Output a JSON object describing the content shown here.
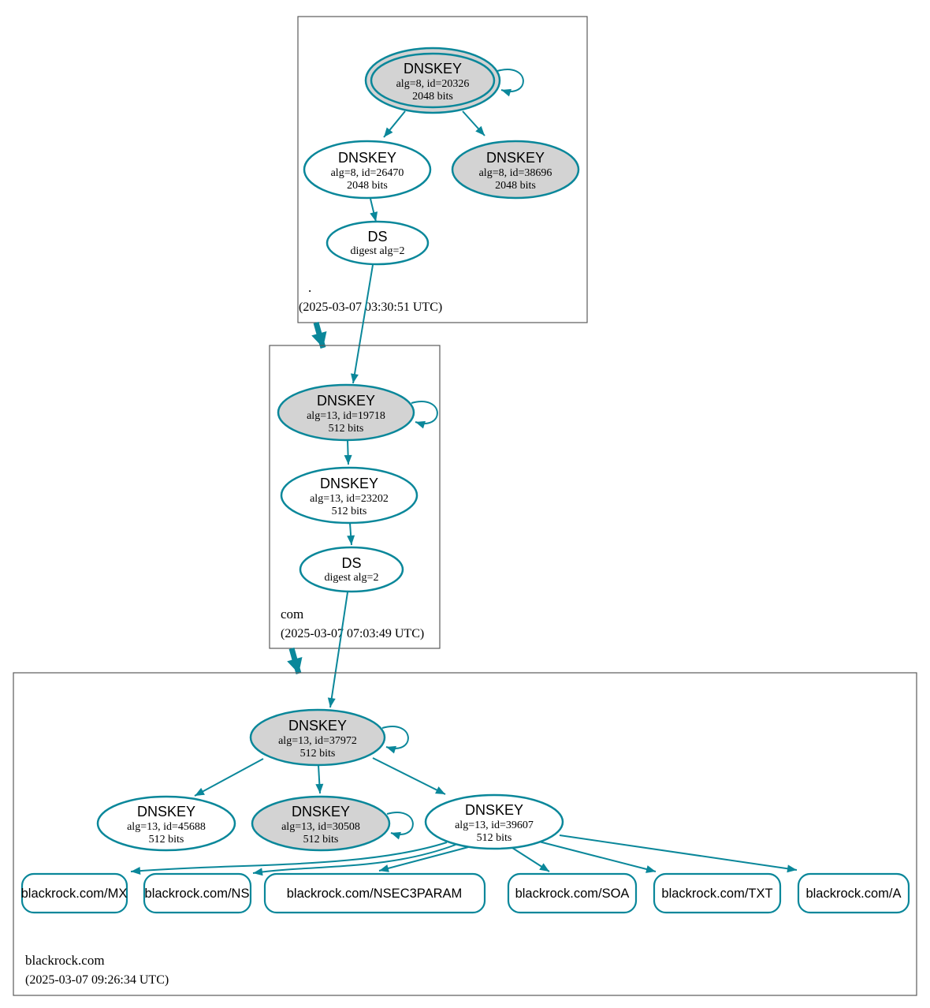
{
  "colors": {
    "accent": "#0a879a",
    "ksk_fill": "#d3d3d3",
    "node_fill": "#ffffff",
    "zone_border": "#5b5b5b",
    "text": "#000000"
  },
  "zones": [
    {
      "name": ".",
      "timestamp": "(2025-03-07 03:30:51 UTC)"
    },
    {
      "name": "com",
      "timestamp": "(2025-03-07 07:03:49 UTC)"
    },
    {
      "name": "blackrock.com",
      "timestamp": "(2025-03-07 09:26:34 UTC)"
    }
  ],
  "nodes": {
    "root_ksk": {
      "title": "DNSKEY",
      "detail": "alg=8, id=20326",
      "bits": "2048 bits"
    },
    "root_zsk": {
      "title": "DNSKEY",
      "detail": "alg=8, id=26470",
      "bits": "2048 bits"
    },
    "root_ksk2": {
      "title": "DNSKEY",
      "detail": "alg=8, id=38696",
      "bits": "2048 bits"
    },
    "root_ds": {
      "title": "DS",
      "detail": "digest alg=2"
    },
    "com_ksk": {
      "title": "DNSKEY",
      "detail": "alg=13, id=19718",
      "bits": "512 bits"
    },
    "com_zsk": {
      "title": "DNSKEY",
      "detail": "alg=13, id=23202",
      "bits": "512 bits"
    },
    "com_ds": {
      "title": "DS",
      "detail": "digest alg=2"
    },
    "br_ksk": {
      "title": "DNSKEY",
      "detail": "alg=13, id=37972",
      "bits": "512 bits"
    },
    "br_zsk1": {
      "title": "DNSKEY",
      "detail": "alg=13, id=45688",
      "bits": "512 bits"
    },
    "br_ksk2": {
      "title": "DNSKEY",
      "detail": "alg=13, id=30508",
      "bits": "512 bits"
    },
    "br_zsk2": {
      "title": "DNSKEY",
      "detail": "alg=13, id=39607",
      "bits": "512 bits"
    }
  },
  "rrsets": [
    {
      "label": "blackrock.com/MX"
    },
    {
      "label": "blackrock.com/NS"
    },
    {
      "label": "blackrock.com/NSEC3PARAM"
    },
    {
      "label": "blackrock.com/SOA"
    },
    {
      "label": "blackrock.com/TXT"
    },
    {
      "label": "blackrock.com/A"
    }
  ]
}
